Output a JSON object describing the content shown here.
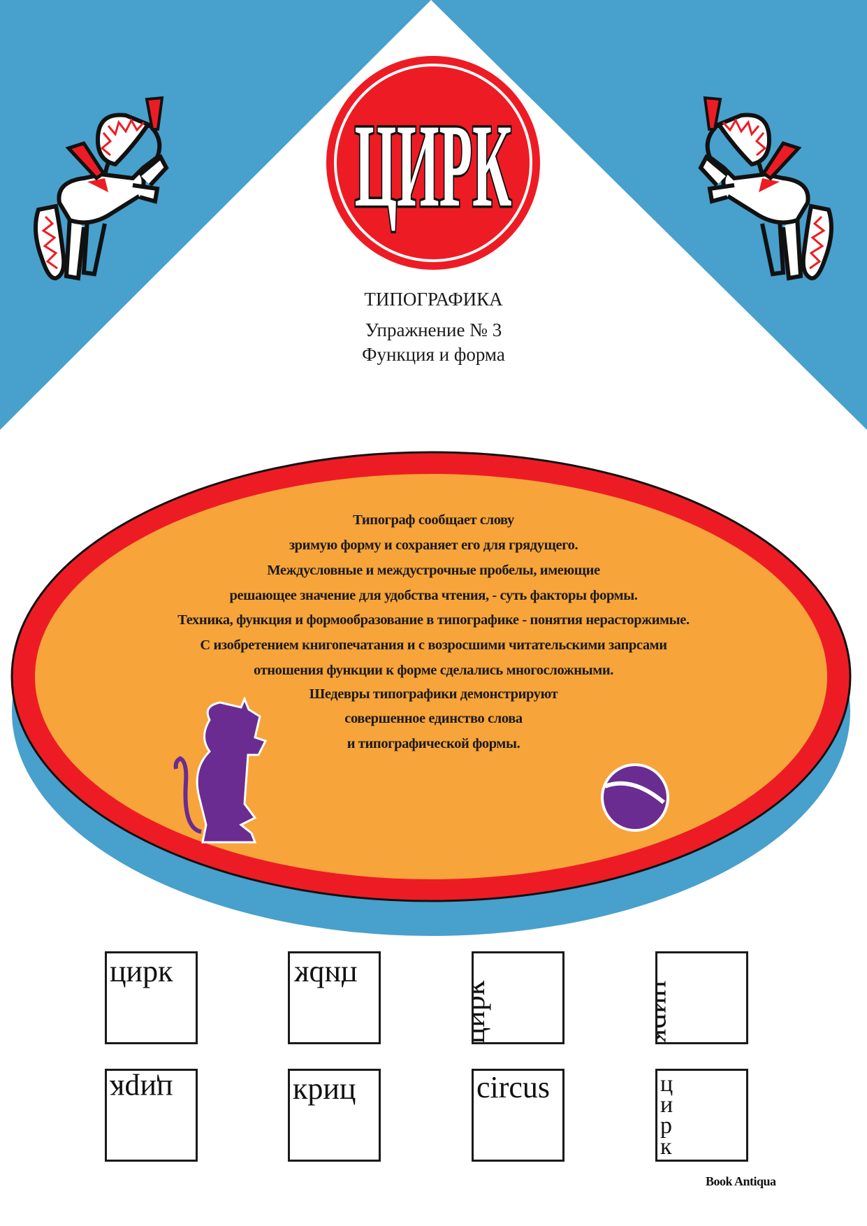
{
  "colors": {
    "blue": "#48a0cc",
    "red": "#ed1c24",
    "orange": "#f7a43a",
    "purple": "#6a2c91"
  },
  "logo": {
    "text": "ЦИРК"
  },
  "header": {
    "line1": "ТИПОГРАФИКА",
    "line2": "Упражнение № 3",
    "line3": "Функция и форма"
  },
  "oval": {
    "lines": [
      "Типограф сообщает слову",
      "зримую форму и сохраняет его для грядущего.",
      "Междусловные и междустрочные пробелы, имеющие",
      "решающее значение для удобства чтения, - суть факторы формы.",
      "Техника, функция и формообразование в типографике - понятия нерасторжимые.",
      "С изобретением книгопечатания и с возросшими читательскими запрсами",
      "отношения функции к форме сделались многосложными.",
      "Шедевры типографики демонстрируют",
      "совершенное единство слова",
      "и типографической  формы."
    ]
  },
  "boxes": [
    {
      "text": "цирк",
      "variant": "normal"
    },
    {
      "text": "цирк",
      "variant": "mirrored"
    },
    {
      "text": "цирк",
      "variant": "rotated-left"
    },
    {
      "text": "цирк",
      "variant": "rotated-right"
    },
    {
      "text": "цирк",
      "variant": "upside-down"
    },
    {
      "text": "криц",
      "variant": "normal"
    },
    {
      "text": "circus",
      "variant": "normal"
    },
    {
      "text": "ц",
      "variant": "stacked",
      "letters": [
        "ц",
        "и",
        "р",
        "к"
      ]
    }
  ],
  "footer": {
    "font_credit": "Book Antiqua"
  }
}
